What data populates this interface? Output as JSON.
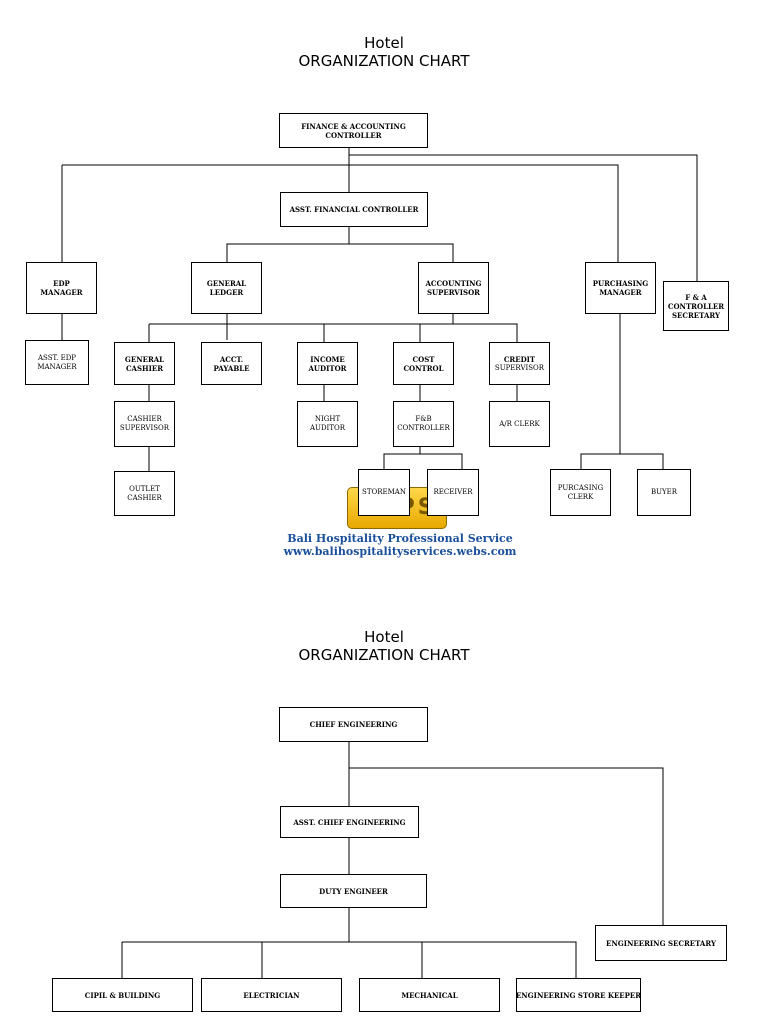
{
  "chart1": {
    "title_line1": "Hotel",
    "title_line2": "ORGANIZATION CHART",
    "boxes": {
      "controller": [
        "FINANCE & ACCOUNTING",
        "CONTROLLER"
      ],
      "asst_controller": [
        "ASST. FINANCIAL CONTROLLER"
      ],
      "edp": [
        "EDP",
        "MANAGER"
      ],
      "asst_edp": [
        "ASST. EDP",
        "MANAGER"
      ],
      "general_ledger": [
        "GENERAL",
        "LEDGER"
      ],
      "accounting_supervisor": [
        "ACCOUNTING",
        "SUPERVISOR"
      ],
      "purchasing": [
        "PURCHASING",
        "MANAGER"
      ],
      "fa_secretary": [
        "F & A",
        "CONTROLLER",
        "SECRETARY"
      ],
      "general_cashier": [
        "GENERAL",
        "CASHIER"
      ],
      "acct_payable": [
        "ACCT.",
        "PAYABLE"
      ],
      "income_auditor": [
        "INCOME",
        "AUDITOR"
      ],
      "cost_control": [
        "COST",
        "CONTROL"
      ],
      "credit": [
        "CREDIT",
        "SUPERVISOR"
      ],
      "cashier_supervisor": [
        "CASHIER",
        "SUPERVISOR"
      ],
      "night_auditor": [
        "NIGHT",
        "AUDITOR"
      ],
      "fb_controller": [
        "F&B",
        "CONTROLLER"
      ],
      "ar_clerk": [
        "A/R CLERK"
      ],
      "outlet_cashier": [
        "OUTLET",
        "CASHIER"
      ],
      "storeman": [
        "STOREMAN"
      ],
      "receiver": [
        "RECEIVER"
      ],
      "purchasing_clerk": [
        "PURCASING",
        "CLERK"
      ],
      "buyer": [
        "BUYER"
      ]
    }
  },
  "watermark": {
    "logo_text": "BHPS",
    "line1": "Bali Hospitality Professional Service",
    "line2": "www.balihospitalityservices.webs.com"
  },
  "chart2": {
    "title_line1": "Hotel",
    "title_line2": "ORGANIZATION CHART",
    "boxes": {
      "chief": [
        "CHIEF ENGINEERING"
      ],
      "asst_chief": [
        "ASST. CHIEF ENGINEERING"
      ],
      "duty": [
        "DUTY ENGINEER"
      ],
      "secretary": [
        "ENGINEERING SECRETARY"
      ],
      "civil": [
        "CIPIL & BUILDING"
      ],
      "electrician": [
        "ELECTRICIAN"
      ],
      "mechanical": [
        "MECHANICAL"
      ],
      "store_keeper": [
        "ENGINEERING STORE KEEPER"
      ]
    }
  }
}
